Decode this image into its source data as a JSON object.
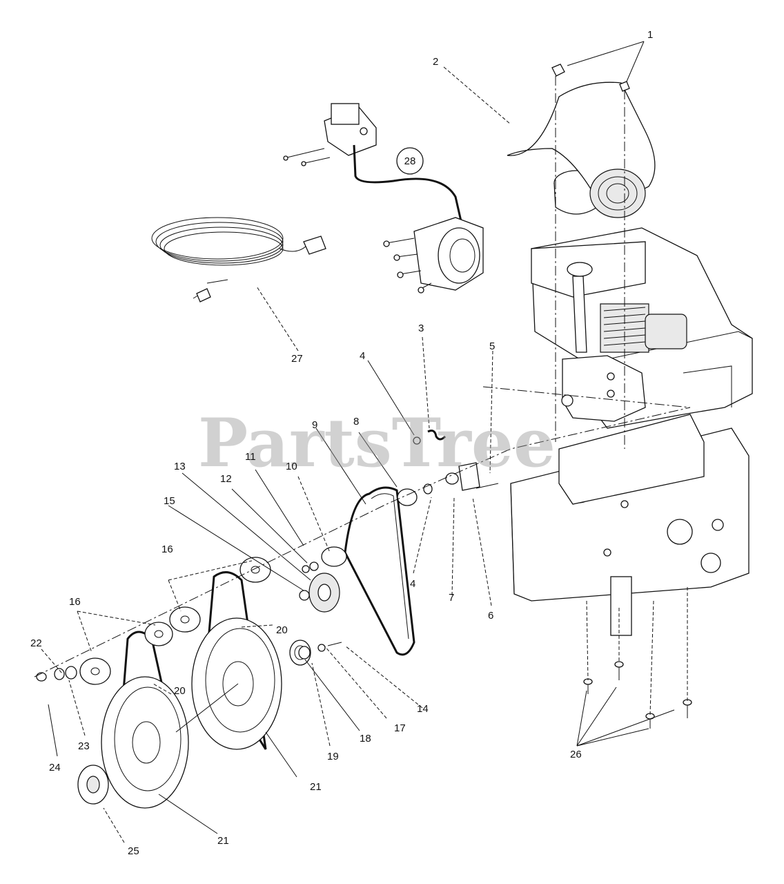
{
  "watermark": "PartsTree",
  "callouts": [
    {
      "id": "c1",
      "label": "1"
    },
    {
      "id": "c2",
      "label": "2"
    },
    {
      "id": "c3",
      "label": "3"
    },
    {
      "id": "c4a",
      "label": "4"
    },
    {
      "id": "c4b",
      "label": "4"
    },
    {
      "id": "c5",
      "label": "5"
    },
    {
      "id": "c6",
      "label": "6"
    },
    {
      "id": "c7",
      "label": "7"
    },
    {
      "id": "c8",
      "label": "8"
    },
    {
      "id": "c9",
      "label": "9"
    },
    {
      "id": "c10",
      "label": "10"
    },
    {
      "id": "c11",
      "label": "11"
    },
    {
      "id": "c12",
      "label": "12"
    },
    {
      "id": "c13",
      "label": "13"
    },
    {
      "id": "c14",
      "label": "14"
    },
    {
      "id": "c15",
      "label": "15"
    },
    {
      "id": "c16a",
      "label": "16"
    },
    {
      "id": "c16b",
      "label": "16"
    },
    {
      "id": "c17",
      "label": "17"
    },
    {
      "id": "c18",
      "label": "18"
    },
    {
      "id": "c19",
      "label": "19"
    },
    {
      "id": "c20a",
      "label": "20"
    },
    {
      "id": "c20b",
      "label": "20"
    },
    {
      "id": "c21a",
      "label": "21"
    },
    {
      "id": "c21b",
      "label": "21"
    },
    {
      "id": "c22",
      "label": "22"
    },
    {
      "id": "c23",
      "label": "23"
    },
    {
      "id": "c24",
      "label": "24"
    },
    {
      "id": "c25",
      "label": "25"
    },
    {
      "id": "c26",
      "label": "26"
    },
    {
      "id": "c27",
      "label": "27"
    },
    {
      "id": "c28",
      "label": "28"
    }
  ]
}
